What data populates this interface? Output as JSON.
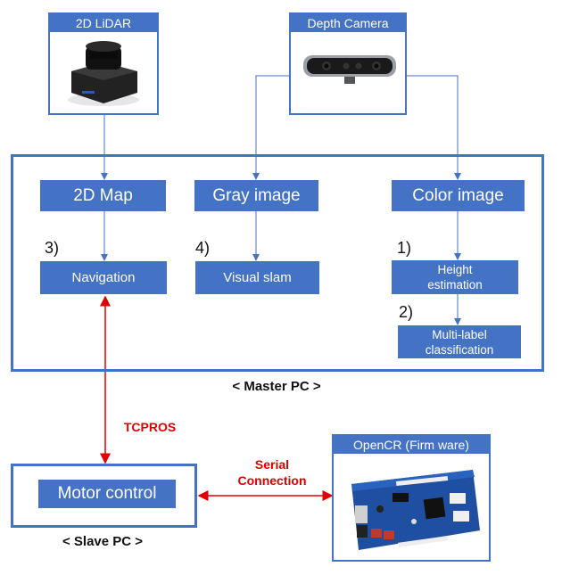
{
  "sensors": {
    "lidar": {
      "label": "2D LiDAR"
    },
    "camera": {
      "label": "Depth Camera"
    }
  },
  "master": {
    "caption": "< Master PC >",
    "boxes": {
      "map": "2D Map",
      "gray": "Gray image",
      "color": "Color image",
      "navigation": "Navigation",
      "visual_slam": "Visual slam",
      "height": "Height estimation",
      "multilabel": "Multi-label classification"
    },
    "numbers": {
      "n1": "1)",
      "n2": "2)",
      "n3": "3)",
      "n4": "4)"
    }
  },
  "links": {
    "tcpros": "TCPROS",
    "serial": "Serial Connection"
  },
  "slave": {
    "caption": "< Slave PC >",
    "motor": "Motor control"
  },
  "opencr": {
    "label": "OpenCR (Firm ware)"
  },
  "colors": {
    "accent": "#4472c4",
    "link": "#e00000"
  }
}
